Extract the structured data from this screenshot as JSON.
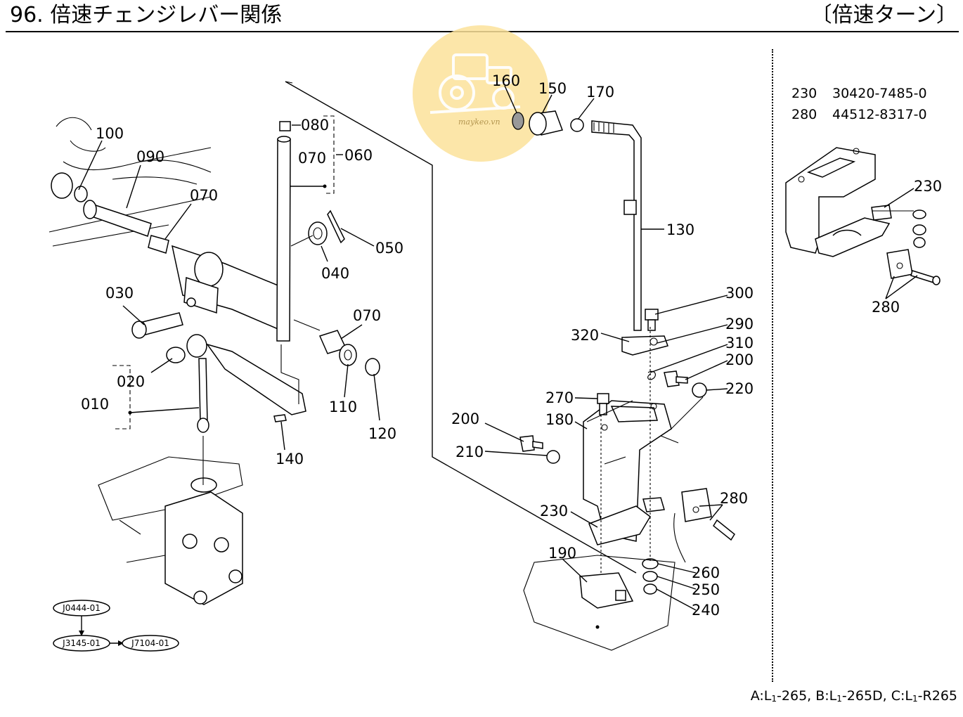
{
  "header": {
    "title": "96. 倍速チェンジレバー関係",
    "right_label": "〔倍速ターン〕"
  },
  "watermark": {
    "text": "maykeo.vn",
    "icon": "tractor-logo-icon"
  },
  "callouts": [
    {
      "id": "c100",
      "text": "100"
    },
    {
      "id": "c090",
      "text": "090"
    },
    {
      "id": "c070a",
      "text": "070"
    },
    {
      "id": "c080",
      "text": "080"
    },
    {
      "id": "c070b",
      "text": "070"
    },
    {
      "id": "c060",
      "text": "060"
    },
    {
      "id": "c050",
      "text": "050"
    },
    {
      "id": "c040",
      "text": "040"
    },
    {
      "id": "c030",
      "text": "030"
    },
    {
      "id": "c070c",
      "text": "070"
    },
    {
      "id": "c020",
      "text": "020"
    },
    {
      "id": "c010",
      "text": "010"
    },
    {
      "id": "c110",
      "text": "110"
    },
    {
      "id": "c120",
      "text": "120"
    },
    {
      "id": "c140",
      "text": "140"
    },
    {
      "id": "c160",
      "text": "160"
    },
    {
      "id": "c150",
      "text": "150"
    },
    {
      "id": "c170",
      "text": "170"
    },
    {
      "id": "c130",
      "text": "130"
    },
    {
      "id": "c300",
      "text": "300"
    },
    {
      "id": "c320",
      "text": "320"
    },
    {
      "id": "c290",
      "text": "290"
    },
    {
      "id": "c310",
      "text": "310"
    },
    {
      "id": "c200a",
      "text": "200"
    },
    {
      "id": "c220",
      "text": "220"
    },
    {
      "id": "c270",
      "text": "270"
    },
    {
      "id": "c200b",
      "text": "200"
    },
    {
      "id": "c180",
      "text": "180"
    },
    {
      "id": "c210",
      "text": "210"
    },
    {
      "id": "c280a",
      "text": "280"
    },
    {
      "id": "c230a",
      "text": "230"
    },
    {
      "id": "c190",
      "text": "190"
    },
    {
      "id": "c260",
      "text": "260"
    },
    {
      "id": "c250",
      "text": "250"
    },
    {
      "id": "c240",
      "text": "240"
    },
    {
      "id": "c230b",
      "text": "230"
    },
    {
      "id": "c280b",
      "text": "280"
    }
  ],
  "parts_list": [
    {
      "ref": "230",
      "part_no": "30420-7485-0"
    },
    {
      "ref": "280",
      "part_no": "44512-8317-0"
    }
  ],
  "reference_codes": [
    "J0444-01",
    "J3145-01",
    "J7104-01"
  ],
  "footer": {
    "models": [
      {
        "prefix": "A:L",
        "sub": "1",
        "suffix": "-265,"
      },
      {
        "prefix": "B:L",
        "sub": "1",
        "suffix": "-265D,"
      },
      {
        "prefix": "C:L",
        "sub": "1",
        "suffix": "-R265"
      }
    ]
  }
}
